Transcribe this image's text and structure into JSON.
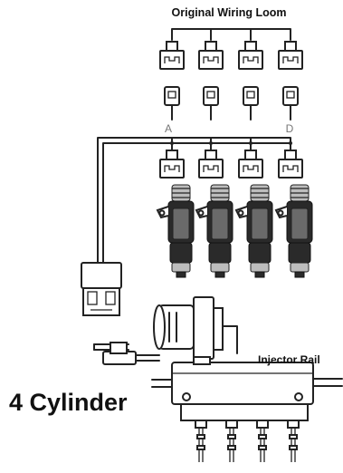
{
  "labels": {
    "loom": "Original Wiring Loom",
    "mark_a": "A",
    "mark_d": "D",
    "rail": "Injector Rail",
    "cylinder": "4 Cylinder"
  },
  "colors": {
    "line": "#222222",
    "text": "#111111",
    "marker": "#777777",
    "injector_dark": "#2a2a2a",
    "injector_mid": "#6a6a6a"
  }
}
